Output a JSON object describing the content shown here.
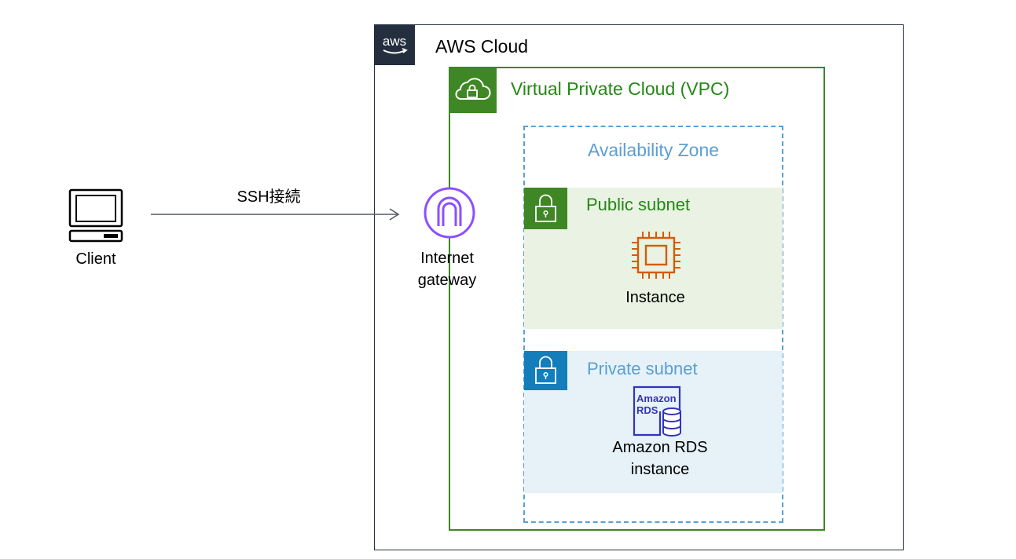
{
  "aws_cloud": {
    "title": "AWS Cloud",
    "logo_text": "aws"
  },
  "vpc": {
    "title": "Virtual Private Cloud (VPC)"
  },
  "availability_zone": {
    "title": "Availability Zone"
  },
  "public_subnet": {
    "title": "Public subnet",
    "instance_label": "Instance"
  },
  "private_subnet": {
    "title": "Private subnet",
    "rds_icon_text_1": "Amazon",
    "rds_icon_text_2": "RDS",
    "rds_label_line1": "Amazon RDS",
    "rds_label_line2": "instance"
  },
  "client": {
    "label": "Client"
  },
  "internet_gateway": {
    "label_line1": "Internet",
    "label_line2": "gateway"
  },
  "connection": {
    "label": "SSH接続"
  },
  "colors": {
    "aws_dark": "#232f3e",
    "vpc_green": "#3f8624",
    "vpc_text": "#248814",
    "az_blue": "#5a9fd4",
    "private_blue": "#147eba",
    "ec2_orange": "#d45b07",
    "igw_purple": "#8c4fff",
    "rds_blue": "#3334b9"
  },
  "icons": [
    "desktop-icon",
    "internet-gateway-icon",
    "ec2-instance-icon",
    "rds-icon",
    "cloud-lock-icon",
    "padlock-icon",
    "aws-logo"
  ]
}
